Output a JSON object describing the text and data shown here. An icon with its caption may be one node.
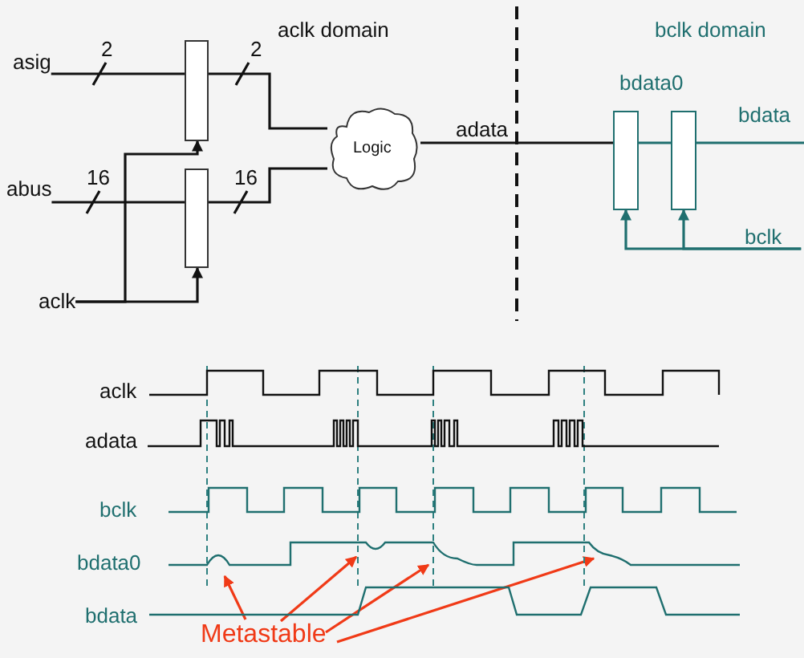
{
  "diagram": {
    "nodes": [
      {
        "text": [
          "asig"
        ]
      },
      {
        "text": [
          "abus"
        ]
      },
      {
        "text": [
          "aclk"
        ]
      },
      {
        "text": [],
        "shape": "box"
      },
      {
        "text": [],
        "shape": "box"
      },
      {
        "text": [
          "Logic"
        ]
      },
      {
        "text": [],
        "shape": "box",
        "beside": [
          "bdata0"
        ]
      },
      {
        "text": [],
        "shape": "box"
      },
      {
        "text": [
          "bdata"
        ]
      },
      {
        "text": [
          "bclk"
        ]
      },
      {
        "text": [
          "Metastable"
        ]
      }
    ],
    "edges": [
      {
        "from": 0,
        "to": 3,
        "arrow": "none",
        "label": "2"
      },
      {
        "from": 3,
        "to": 5,
        "arrow": "none",
        "label": "2"
      },
      {
        "from": 1,
        "to": 4,
        "arrow": "none",
        "label": "16"
      },
      {
        "from": 4,
        "to": 5,
        "arrow": "none",
        "label": "16"
      },
      {
        "from": 2,
        "to": 3,
        "arrow": "to"
      },
      {
        "from": 2,
        "to": 4,
        "arrow": "to"
      },
      {
        "from": 5,
        "to": 6,
        "arrow": "none",
        "label": "adata"
      },
      {
        "from": 6,
        "to": 7,
        "arrow": "none",
        "color": "#1f6f6f"
      },
      {
        "from": 7,
        "to": 8,
        "arrow": "none",
        "color": "#1f6f6f"
      },
      {
        "from": 9,
        "to": 6,
        "arrow": "to",
        "color": "#1f6f6f"
      },
      {
        "from": 9,
        "to": 7,
        "arrow": "to",
        "color": "#1f6f6f"
      },
      {
        "from": 10,
        "to": null,
        "arrow": "to",
        "color": "#f03a17"
      },
      {
        "from": 10,
        "to": null,
        "arrow": "to",
        "color": "#f03a17"
      },
      {
        "from": 10,
        "to": null,
        "arrow": "to",
        "color": "#f03a17"
      },
      {
        "from": 10,
        "to": null,
        "arrow": "to",
        "color": "#f03a17"
      }
    ],
    "labels": [
      "aclk domain",
      "bclk domain",
      "aclk",
      "adata",
      "bclk",
      "bdata0",
      "bdata"
    ]
  }
}
